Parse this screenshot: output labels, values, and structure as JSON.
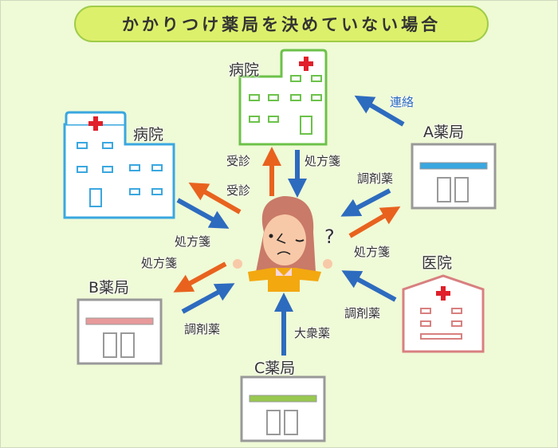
{
  "title": "かかりつけ薬局を決めていない場合",
  "nodes": {
    "hospital_top": "病院",
    "hospital_left": "病院",
    "pharmacy_a": "A薬局",
    "pharmacy_b": "B薬局",
    "pharmacy_c": "C薬局",
    "clinic": "医院"
  },
  "labels": {
    "contact": "連絡",
    "consult1": "受診",
    "consult2": "受診",
    "rx_top": "処方箋",
    "dispensed_a": "調剤薬",
    "rx_left": "処方箋",
    "rx_to_b": "処方箋",
    "rx_to_a": "処方箋",
    "dispensed_clinic": "調剤薬",
    "dispensed_b": "調剤薬",
    "otc": "大衆薬",
    "question": "?"
  },
  "colors": {
    "orange": "#e8621e",
    "blue": "#2d6bbf",
    "green": "#6cc24a",
    "sky": "#3aa7e0",
    "pink": "#d88080"
  }
}
